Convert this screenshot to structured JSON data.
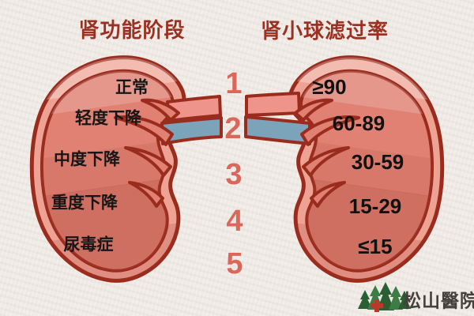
{
  "title_row": {
    "left_header": "肾功能阶段",
    "right_header": "肾小球滤过率"
  },
  "stages": [
    {
      "number": "1",
      "stage_label": "正常",
      "gfr_range": "≥90"
    },
    {
      "number": "2",
      "stage_label": "轻度下降",
      "gfr_range": "60-89"
    },
    {
      "number": "3",
      "stage_label": "中度下降",
      "gfr_range": "30-59"
    },
    {
      "number": "4",
      "stage_label": "重度下降",
      "gfr_range": "15-29"
    },
    {
      "number": "5",
      "stage_label": "尿毒症",
      "gfr_range": "≤15"
    }
  ],
  "footer": {
    "hospital_name": "松山醫院"
  },
  "icons": {
    "left_illustration": "kidney-icon",
    "right_illustration": "kidney-icon",
    "artery_band": "renal-artery-icon",
    "vein_band": "renal-vein-icon",
    "logo_trees": "pine-trees-icon",
    "logo_cross": "medical-cross-icon"
  },
  "colors": {
    "background": "#efeae5",
    "outline": "#9a2c1e",
    "kidney_outer": "#eda294",
    "kidney_inner": "#e08173",
    "artery": "#ef948b",
    "vein": "#7ba4bb",
    "stage_numbers": "#db675b",
    "headers": "#9c3122",
    "labels": "#161616",
    "logo_green_dark": "#2a5e33",
    "logo_green_mid": "#3e7c45",
    "logo_cross": "#bd382c",
    "logo_text": "#45403a"
  }
}
